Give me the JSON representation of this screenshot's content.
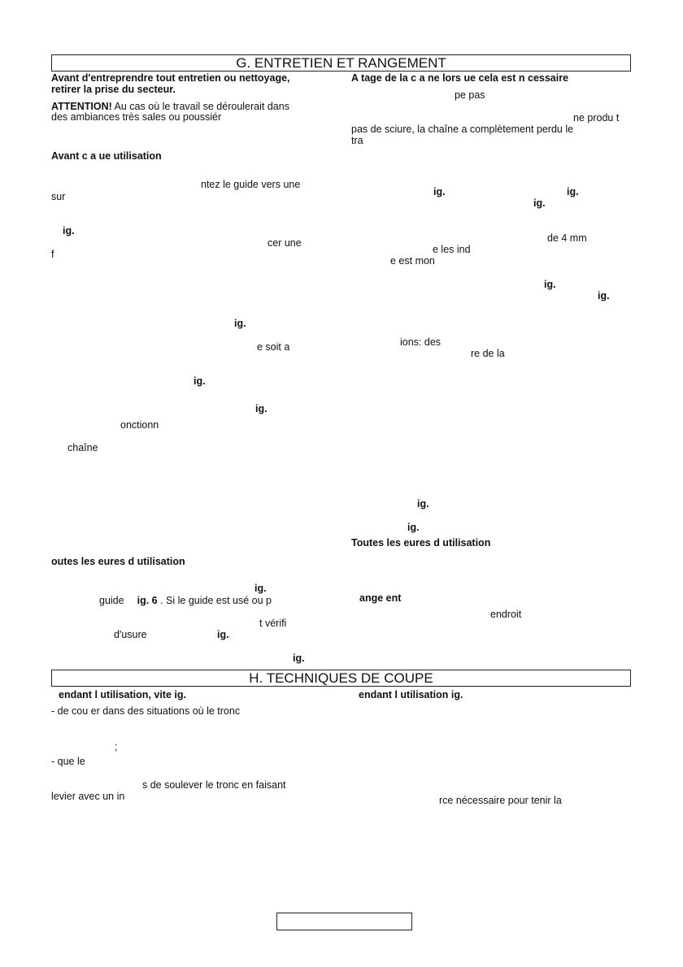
{
  "section_g": {
    "title": "G. ENTRETIEN ET RANGEMENT",
    "left": {
      "warn1": "Avant d'entreprendre tout entretien ou nettoyage,",
      "warn2": "retirer la prise du secteur.",
      "att_label": "ATTENTION!",
      "att_text1": " Au cas où le travail se déroulerait dans",
      "att_text2": "des ambiances très sales ou poussiér",
      "avant_chaque": "Avant c  a  ue utilisation",
      "l1": "ntez le guide vers une",
      "l2": "sur",
      "l3": "ig.",
      "l4": "cer une",
      "l5": "f",
      "l6": "ig.",
      "l7": "e soit a",
      "l8": "ig.",
      "l9": "ig.",
      "l10": "onctionn",
      "l11": "chaîne",
      "toutes_heures": "outes les         eures d utilisation",
      "l12": "ig.",
      "l13a": "guide",
      "l13b": "ig. 6",
      "l13c": " . Si le guide est usé ou p",
      "l14": "t vérifi",
      "l15a": "d'usure",
      "l15b": "ig.",
      "l16": "ig."
    },
    "right": {
      "affutage": "A     tage de la c   a ne   lors   ue cela est  n   cessaire",
      "r1": "pe pas",
      "r2": "ne produ t",
      "r3": "pas de sciure, la chaîne a complètement perdu le",
      "r4": "tra",
      "r5": "ig.",
      "r6": "ig.",
      "r7": "ig.",
      "r8": "de 4 mm",
      "r9": "e les ind",
      "r10": "e est mon",
      "r11": "ig.",
      "r12": "ig.",
      "r13": "ions: des",
      "r14": "re de la",
      "r15": "ig.",
      "r16": "ig.",
      "toutes_heures": "Toutes les         eures d utilisation",
      "rangement": "ange   ent",
      "r17": "endroit"
    }
  },
  "section_h": {
    "title": "H. TECHNIQUES DE COUPE",
    "left": {
      "pendant": "endant l utilisation,    vite      ig.",
      "l1": "- de cou   er dans des situations où le tronc",
      "l2": ";",
      "l3": "- que le",
      "l4": "s de soulever le tronc en faisant",
      "l5": "levier avec un in"
    },
    "right": {
      "pendant": "endant l utilisation    ig.",
      "r1": "rce nécessaire pour tenir la"
    }
  }
}
